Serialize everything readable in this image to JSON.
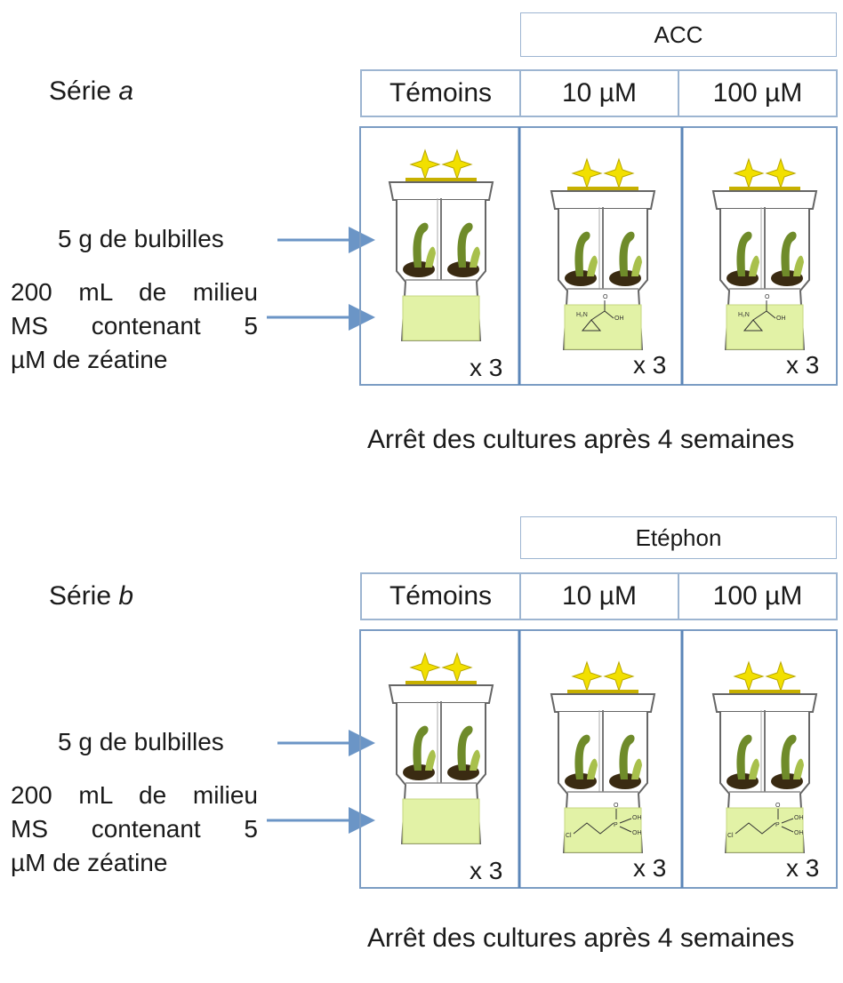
{
  "series": [
    {
      "label_prefix": "Série",
      "label_letter": "a",
      "treatment": "ACC",
      "headers": [
        "Témoins",
        "10 µM",
        "100 µM"
      ],
      "bulbils": "5 g de bulbilles",
      "medium_line1": "200 mL de milieu",
      "medium_line2": "MS contenant 5",
      "medium_line3": "µM de zéatine",
      "replicates": [
        "x 3",
        "x 3",
        "x 3"
      ],
      "molecule_labels": [
        "H₂N",
        "OH",
        "O"
      ],
      "footer": "Arrêt des cultures après 4 semaines"
    },
    {
      "label_prefix": "Série",
      "label_letter": "b",
      "treatment": "Etéphon",
      "headers": [
        "Témoins",
        "10 µM",
        "100 µM"
      ],
      "bulbils": "5 g de bulbilles",
      "medium_line1": "200 mL de milieu",
      "medium_line2": "MS contenant 5",
      "medium_line3": "µM de zéatine",
      "replicates": [
        "x 3",
        "x 3",
        "x 3"
      ],
      "molecule_labels": [
        "Cl",
        "P",
        "O",
        "OH",
        "OH"
      ],
      "footer": "Arrêt des cultures après 4 semaines"
    }
  ],
  "colors": {
    "box_border": "#9db5d1",
    "panel_border": "#7b9cc3",
    "divider": "#5b86b8",
    "arrow": "#6b95c6",
    "medium": "#e2f2a6",
    "star": "#f2e000"
  }
}
